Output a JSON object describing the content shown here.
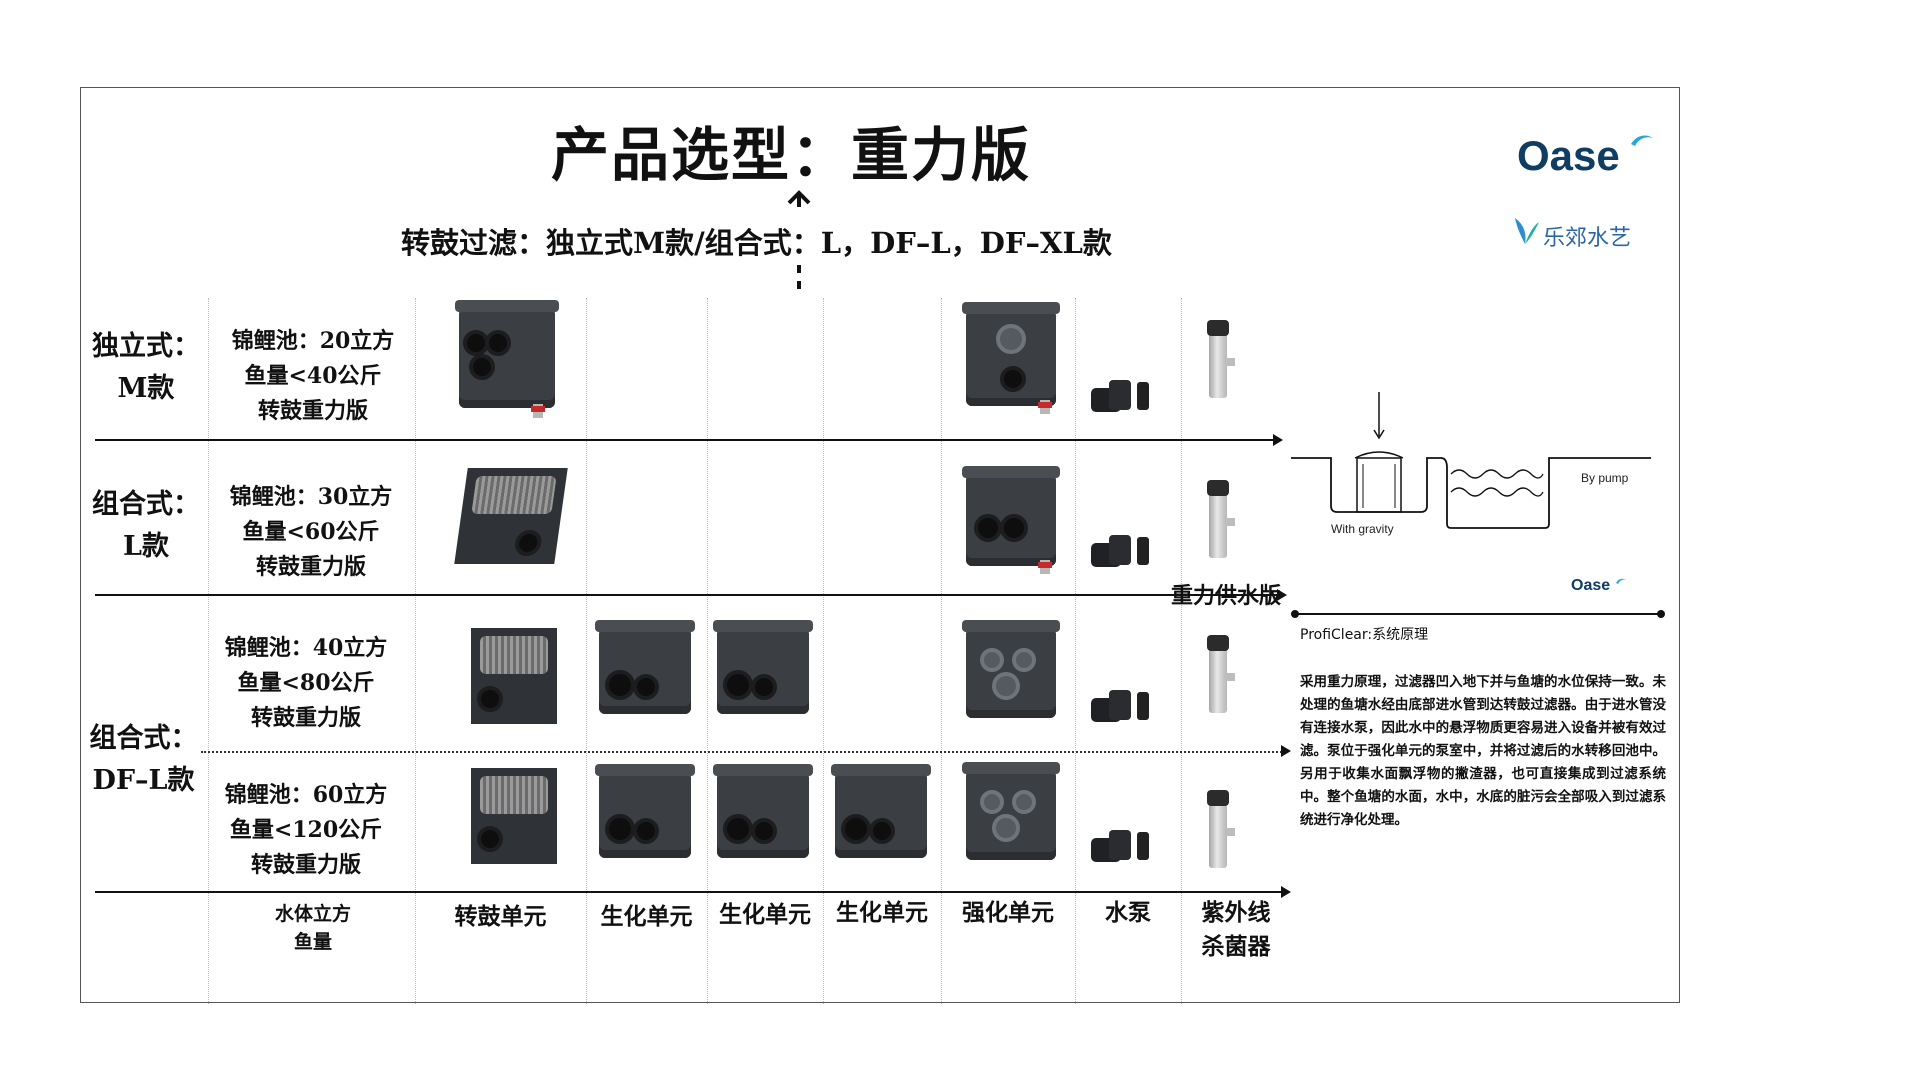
{
  "title": "产品选型：重力版",
  "subtitle": "转鼓过滤：独立式M款/组合式：L，DF–L，DF–XL款",
  "logos": {
    "oase": "Oase",
    "lejiao": "乐郊水艺",
    "brand_color": "#0f3d63"
  },
  "rows": [
    {
      "label_line1": "独立式：",
      "label_line2": "M款",
      "spec": [
        "锦鲤池：20立方",
        "鱼量<40公斤",
        "转鼓重力版"
      ]
    },
    {
      "label_line1": "组合式：",
      "label_line2": "L款",
      "spec": [
        "锦鲤池：30立方",
        "鱼量<60公斤",
        "转鼓重力版"
      ]
    },
    {
      "label_line1": "组合式：",
      "label_line2": "DF–L款",
      "spec": [
        "锦鲤池：40立方",
        "鱼量<80公斤",
        "转鼓重力版"
      ]
    },
    {
      "label_line1": "",
      "label_line2": "",
      "spec": [
        "锦鲤池：60立方",
        "鱼量<120公斤",
        "转鼓重力版"
      ]
    }
  ],
  "columns": {
    "volume": [
      "水体立方",
      "鱼量"
    ],
    "drum": "转鼓单元",
    "bio1": "生化单元",
    "bio2": "生化单元",
    "bio3": "生化单元",
    "enhanced": "强化单元",
    "pump": "水泵",
    "uvc": [
      "紫外线",
      "杀菌器"
    ]
  },
  "diagram": {
    "with_gravity": "With gravity",
    "by_pump": "By pump",
    "title": "重力供水版",
    "oase": "Oase",
    "principle_label": "ProfiClear:系统原理",
    "paragraph": "采用重力原理，过滤器凹入地下并与鱼塘的水位保持一致。未处理的鱼塘水经由底部进水管到达转鼓过滤器。由于进水管没有连接水泵，因此水中的悬浮物质更容易进入设备并被有效过滤。泵位于强化单元的泵室中，并将过滤后的水转移回池中。另用于收集水面飘浮物的撇渣器，也可直接集成到过滤系统中。整个鱼塘的水面，水中，水底的脏污会全部吸入到过滤系统进行净化处理。"
  }
}
